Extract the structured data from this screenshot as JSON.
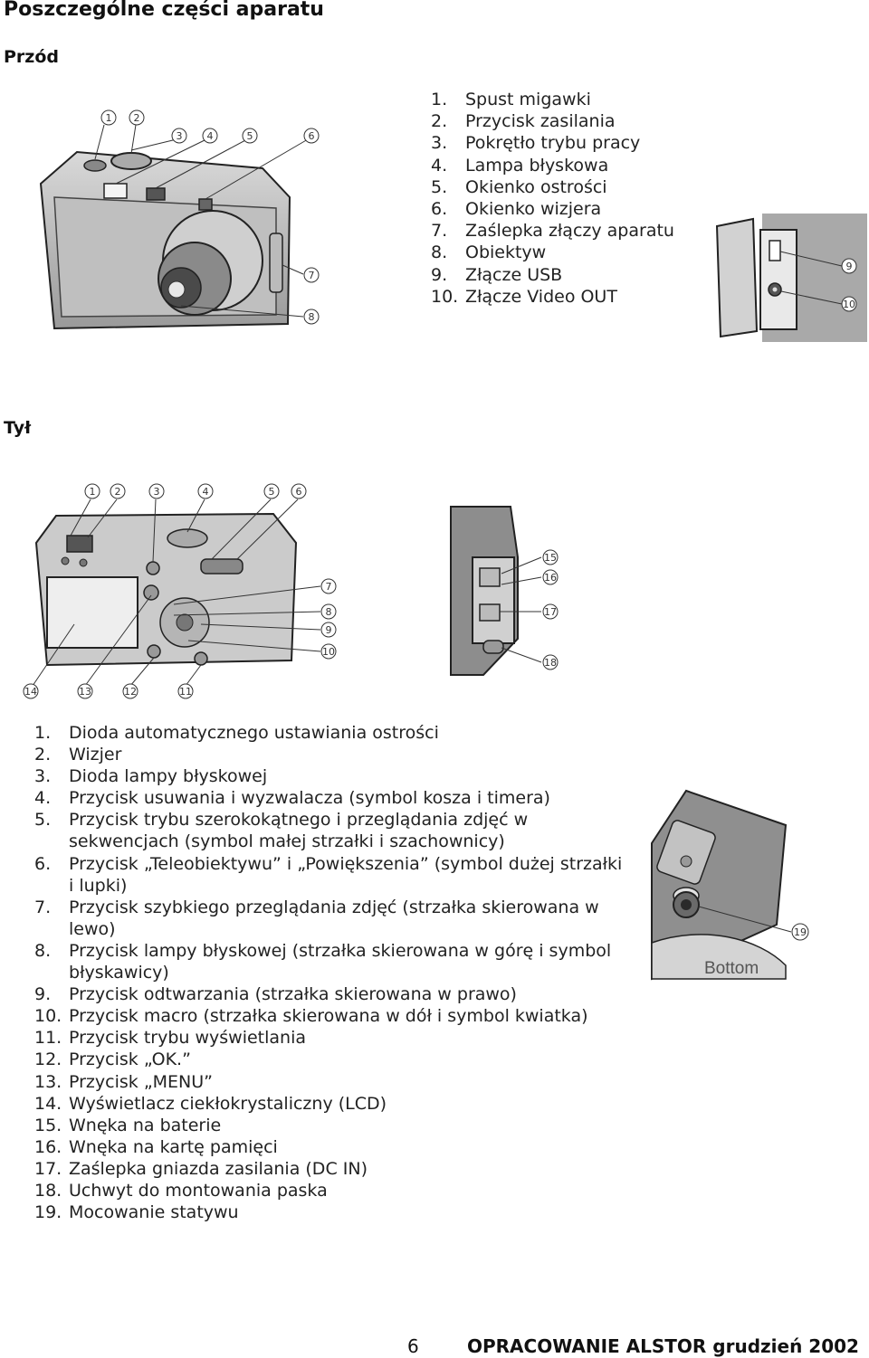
{
  "header": {
    "title": "Poszczególne części aparatu"
  },
  "front": {
    "heading": "Przód",
    "items": [
      {
        "num": "1.",
        "label": "Spust migawki"
      },
      {
        "num": "2.",
        "label": "Przycisk zasilania"
      },
      {
        "num": "3.",
        "label": "Pokrętło trybu pracy"
      },
      {
        "num": "4.",
        "label": "Lampa błyskowa"
      },
      {
        "num": "5.",
        "label": "Okienko ostrości"
      },
      {
        "num": "6.",
        "label": "Okienko wizjera"
      },
      {
        "num": "7.",
        "label": "Zaślepka złączy aparatu"
      },
      {
        "num": "8.",
        "label": "Obiektyw"
      },
      {
        "num": "9.",
        "label": "Złącze USB"
      },
      {
        "num": "10.",
        "label": "Złącze Video OUT"
      }
    ],
    "callouts": [
      "1",
      "2",
      "3",
      "4",
      "5",
      "6",
      "7",
      "8"
    ],
    "port_callouts": [
      "9",
      "10"
    ]
  },
  "rear": {
    "heading": "Tył",
    "items": [
      {
        "num": "1.",
        "label": "Dioda automatycznego ustawiania ostrości"
      },
      {
        "num": "2.",
        "label": "Wizjer"
      },
      {
        "num": "3.",
        "label": "Dioda lampy błyskowej"
      },
      {
        "num": "4.",
        "label": "Przycisk usuwania i wyzwalacza (symbol kosza i timera)"
      },
      {
        "num": "5.",
        "label": "Przycisk trybu szerokokątnego i przeglądania zdjęć w sekwencjach (symbol małej strzałki i szachownicy)"
      },
      {
        "num": "6.",
        "label": "Przycisk „Teleobiektywu” i „Powiększenia” (symbol dużej strzałki i lupki)"
      },
      {
        "num": "7.",
        "label": "Przycisk szybkiego przeglądania zdjęć (strzałka skierowana w lewo)"
      },
      {
        "num": "8.",
        "label": "Przycisk lampy błyskowej (strzałka skierowana w górę i symbol błyskawicy)"
      },
      {
        "num": "9.",
        "label": "Przycisk odtwarzania (strzałka skierowana w prawo)"
      },
      {
        "num": "10.",
        "label": "Przycisk macro (strzałka skierowana w dół i symbol kwiatka)"
      },
      {
        "num": "11.",
        "label": "Przycisk trybu wyświetlania"
      },
      {
        "num": "12.",
        "label": "Przycisk „OK.”"
      },
      {
        "num": "13.",
        "label": "Przycisk „MENU”"
      },
      {
        "num": "14.",
        "label": "Wyświetlacz ciekłokrystaliczny (LCD)"
      },
      {
        "num": "15.",
        "label": "Wnęka na baterie"
      },
      {
        "num": "16.",
        "label": "Wnęka na kartę pamięci"
      },
      {
        "num": "17.",
        "label": "Zaślepka gniazda zasilania (DC IN)"
      },
      {
        "num": "18.",
        "label": "Uchwyt do montowania paska"
      },
      {
        "num": "19.",
        "label": "Mocowanie statywu"
      }
    ],
    "callouts_top": [
      "1",
      "2",
      "3",
      "4",
      "5",
      "6"
    ],
    "callouts_right": [
      "7",
      "8",
      "9",
      "10"
    ],
    "callouts_bottom": [
      "14",
      "13",
      "12",
      "11"
    ],
    "side_callouts": [
      "15",
      "16",
      "17",
      "18"
    ],
    "bottom_callout": "19",
    "bottom_view_label": "Bottom"
  },
  "footer": {
    "page_number": "6",
    "text": "OPRACOWANIE ALSTOR grudzień 2002"
  }
}
